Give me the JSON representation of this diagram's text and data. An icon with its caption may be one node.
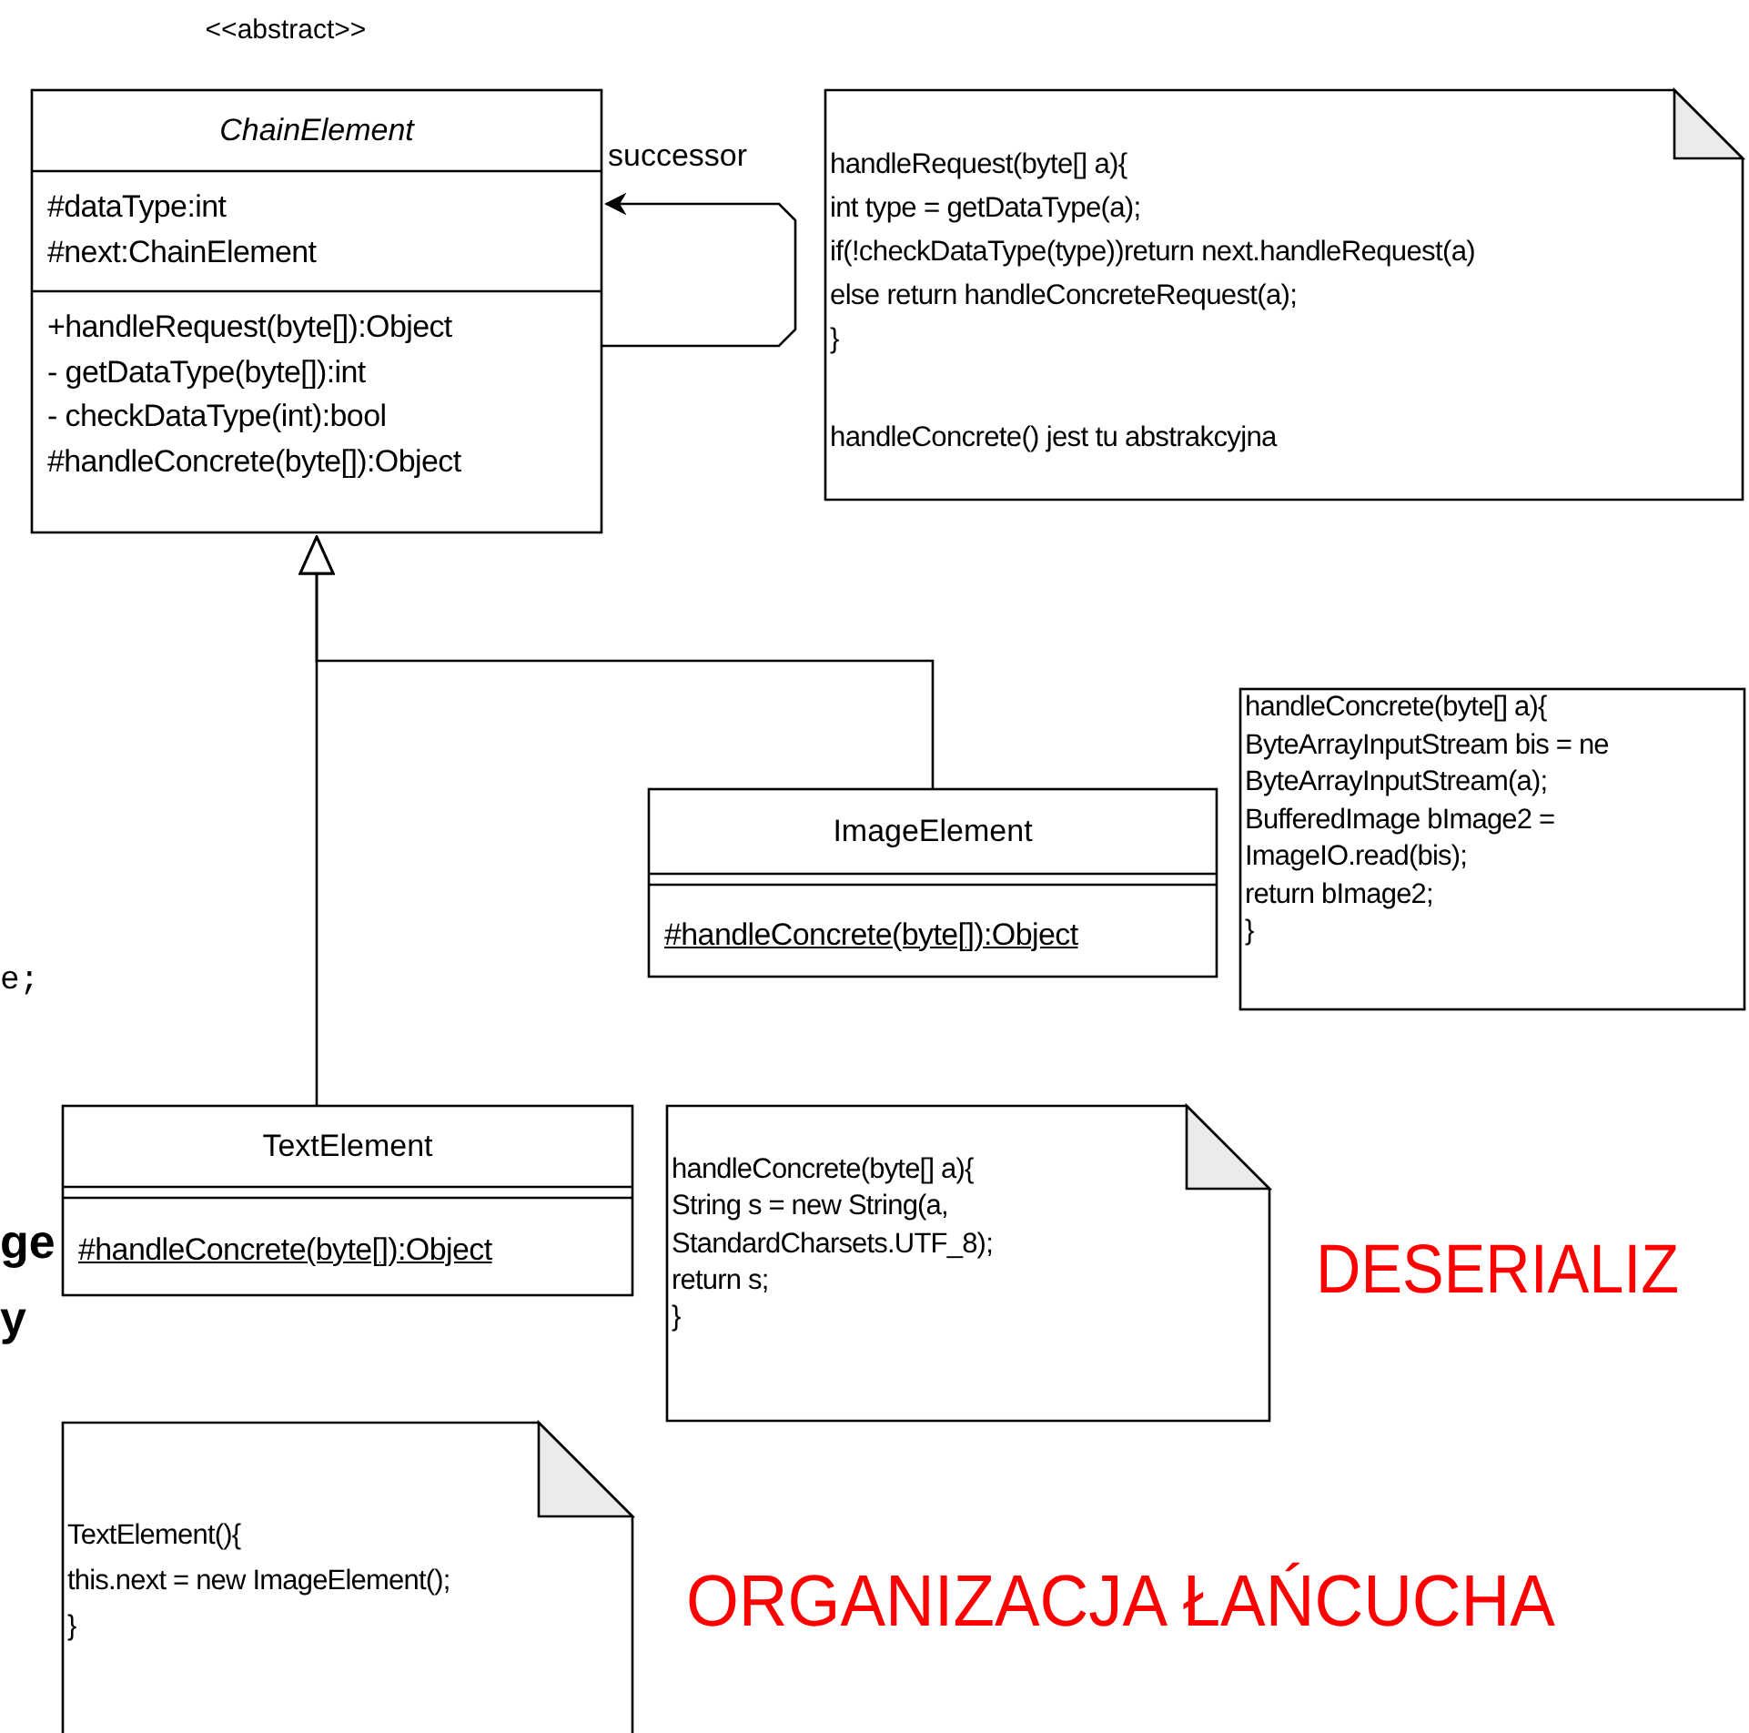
{
  "diagram": {
    "nodes": [
      {
        "text": [
          "<<abstract>>",
          "ChainElement",
          "#dataType:int",
          "#next:ChainElement",
          "+handleRequest(byte[]):Object",
          "- getDataType(byte[]):int",
          "- checkDataType(int):bool",
          "#handleConcrete(byte[]):Object"
        ]
      },
      {
        "text": [
          "handleRequest(byte[] a){",
          "int type = getDataType(a);",
          "if(!checkDataType(type))return next.handleRequest(a)",
          "else return handleConcreteRequest(a);",
          "}",
          "handleConcrete() jest tu abstrakcyjna"
        ]
      },
      {
        "text": [
          "ImageElement",
          "#handleConcrete(byte[]):Object"
        ]
      },
      {
        "text": [
          "handleConcrete(byte[] a){",
          "ByteArrayInputStream bis = ne",
          "ByteArrayInputStream(a);",
          "BufferedImage bImage2 =",
          "ImageIO.read(bis);",
          "return bImage2;",
          "}"
        ]
      },
      {
        "text": [
          "TextElement",
          "#handleConcrete(byte[]):Object"
        ]
      },
      {
        "text": [
          "handleConcrete(byte[] a){",
          "String s = new String(a,",
          "StandardCharsets.UTF_8);",
          "return s;",
          "}"
        ]
      },
      {
        "text": [
          "TextElement(){",
          "this.next = new ImageElement();",
          "}"
        ]
      }
    ],
    "edges": [
      {
        "from": 0,
        "to": 0,
        "arrow": "to",
        "label": "successor"
      },
      {
        "from": 2,
        "to": 0,
        "arrow": "to"
      },
      {
        "from": 4,
        "to": 0,
        "arrow": "to"
      }
    ],
    "labels": [
      "e;",
      "ge",
      "y",
      "DESERIALIZ",
      "ORGANIZACJA ŁAŃCUCHA"
    ]
  }
}
